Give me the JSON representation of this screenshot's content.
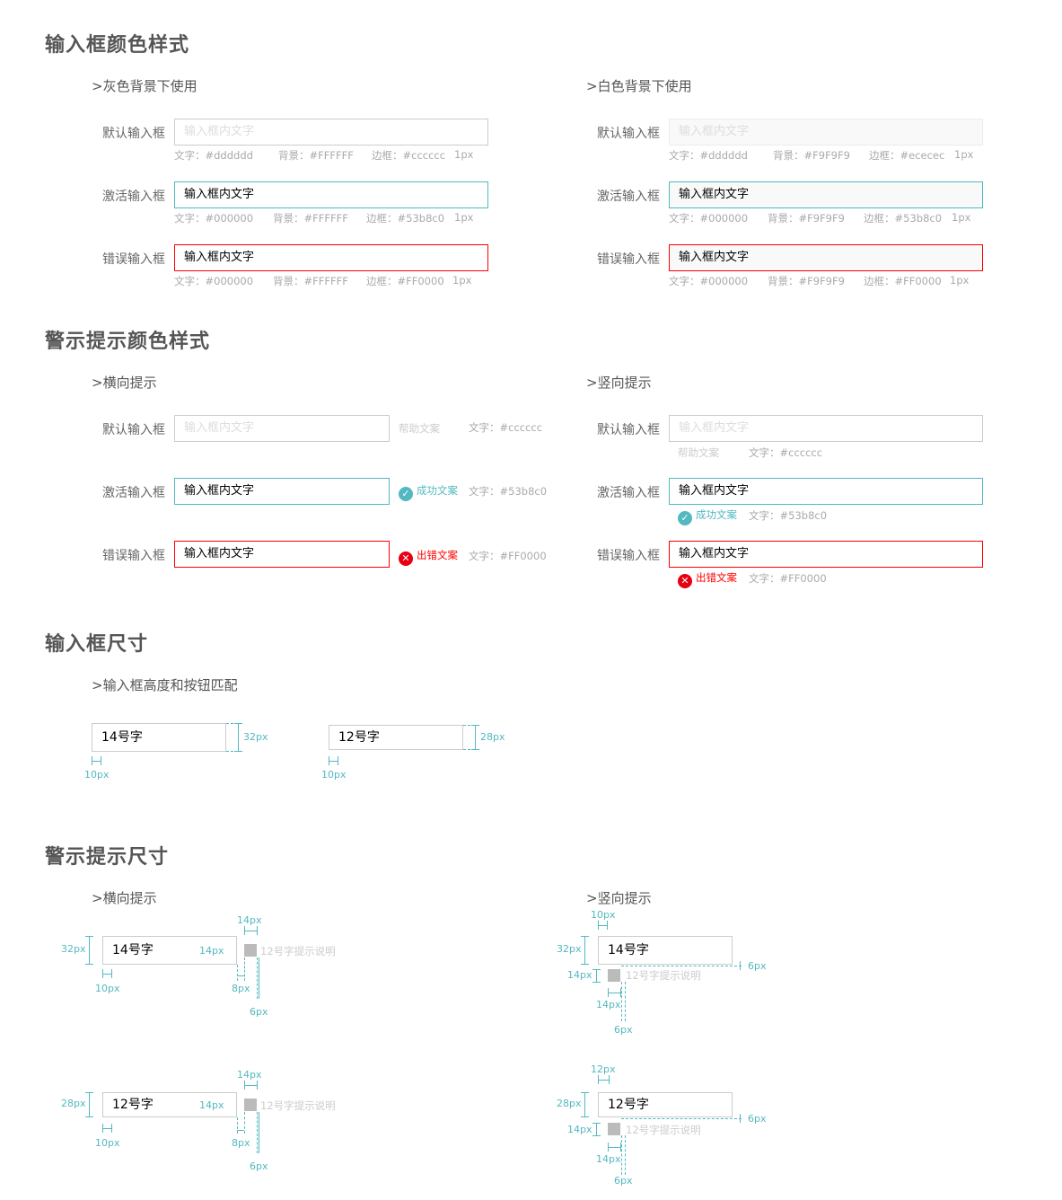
{
  "sections": {
    "s1_title": "输入框颜色样式",
    "s1_gray": ">灰色背景下使用",
    "s1_white": ">白色背景下使用",
    "s2_title": "警示提示颜色样式",
    "s2_h": ">横向提示",
    "s2_v": ">竖向提示",
    "s3_title": "输入框尺寸",
    "s3_sub": ">输入框高度和按钮匹配",
    "s4_title": "警示提示尺寸",
    "s4_h": ">横向提示",
    "s4_v": ">竖向提示"
  },
  "labels": {
    "default": "默认输入框",
    "active": "激活输入框",
    "error": "错误输入框"
  },
  "input": {
    "placeholder": "输入框内文字",
    "value": "输入框内文字"
  },
  "gray_meta": {
    "default": [
      "文字：#dddddd",
      "背景：#FFFFFF",
      "边框：#cccccc",
      "1px"
    ],
    "active": [
      "文字：#000000",
      "背景：#FFFFFF",
      "边框：#53b8c0",
      "1px"
    ],
    "error": [
      "文字：#000000",
      "背景：#FFFFFF",
      "边框：#FF0000",
      "1px"
    ]
  },
  "white_meta": {
    "default": [
      "文字：#dddddd",
      "背景：#F9F9F9",
      "边框：#ececec",
      "1px"
    ],
    "active": [
      "文字：#000000",
      "背景：#F9F9F9",
      "边框：#53b8c0",
      "1px"
    ],
    "error": [
      "文字：#000000",
      "背景：#F9F9F9",
      "边框：#FF0000",
      "1px"
    ]
  },
  "tips": {
    "help": "帮助文案",
    "success": "成功文案",
    "error": "出错文案",
    "help_color": "文字：#cccccc",
    "success_color": "文字：#53b8c0",
    "error_color": "文字：#FF0000"
  },
  "sizes": {
    "font14": "14号字",
    "font12": "12号字",
    "h32": "32px",
    "h28": "28px",
    "pad10": "10px",
    "pad12": "12px",
    "w14": "14px",
    "gap8": "8px",
    "gap6": "6px",
    "tip12": "12号字提示说明"
  },
  "colors": {
    "accent": "#53b8c0",
    "error": "#FF0000",
    "border": "#cccccc",
    "placeholder": "#dddddd",
    "white_bg": "#F9F9F9",
    "white_border": "#ececec"
  }
}
